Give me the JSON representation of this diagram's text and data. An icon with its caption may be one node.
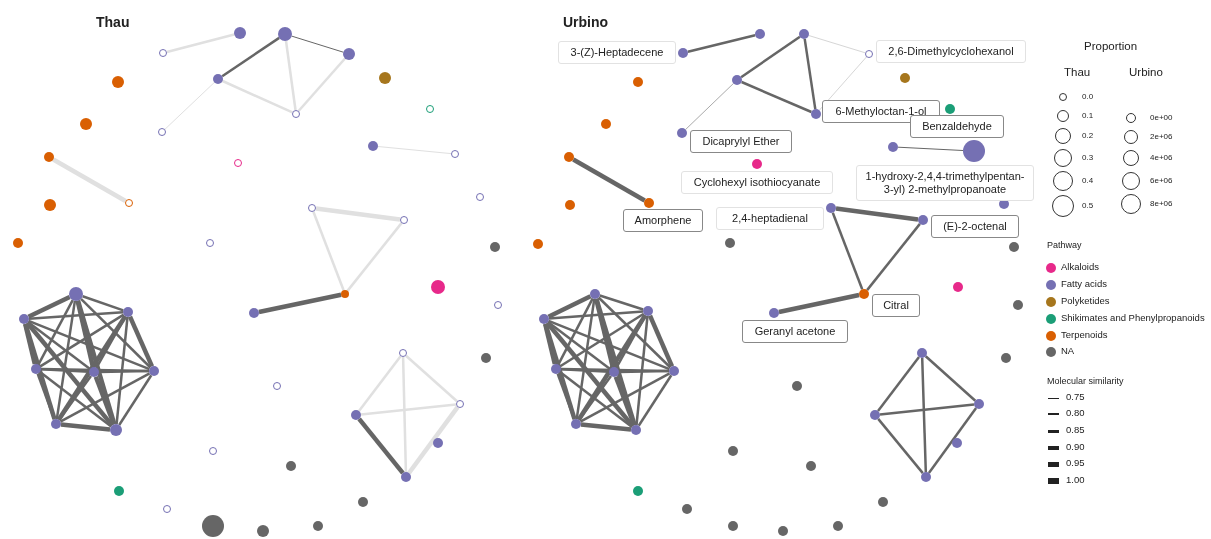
{
  "diagram": {
    "nodes": [
      {
        "text": [],
        "shape": "circle"
      },
      {
        "text": [],
        "shape": "circle"
      },
      {
        "text": [],
        "shape": "circle"
      },
      {
        "text": [],
        "shape": "circle"
      },
      {
        "text": [],
        "shape": "circle"
      },
      {
        "text": [],
        "shape": "circle"
      },
      {
        "text": [],
        "shape": "circle"
      },
      {
        "text": [],
        "shape": "circle"
      },
      {
        "text": [],
        "shape": "circle"
      },
      {
        "text": [],
        "shape": "circle"
      },
      {
        "text": [],
        "shape": "circle"
      },
      {
        "text": [],
        "shape": "circle"
      },
      {
        "text": [],
        "shape": "circle"
      },
      {
        "text": [],
        "shape": "circle"
      },
      {
        "text": [],
        "shape": "circle"
      },
      {
        "text": [],
        "shape": "circle"
      },
      {
        "text": [],
        "shape": "circle"
      },
      {
        "text": [],
        "shape": "circle"
      },
      {
        "text": [],
        "shape": "circle"
      },
      {
        "text": [],
        "shape": "circle"
      },
      {
        "text": [],
        "shape": "circle"
      },
      {
        "text": [],
        "shape": "circle"
      },
      {
        "text": [],
        "shape": "circle"
      },
      {
        "text": [],
        "shape": "circle"
      },
      {
        "text": [],
        "shape": "circle"
      },
      {
        "text": [],
        "shape": "circle"
      },
      {
        "text": [],
        "shape": "circle"
      },
      {
        "text": [],
        "shape": "circle"
      },
      {
        "text": [],
        "shape": "circle"
      },
      {
        "text": [],
        "shape": "circle"
      },
      {
        "text": [],
        "shape": "circle"
      },
      {
        "text": [],
        "shape": "circle"
      },
      {
        "text": [],
        "shape": "circle"
      },
      {
        "text": [],
        "shape": "circle"
      },
      {
        "text": [],
        "shape": "circle"
      },
      {
        "text": [],
        "shape": "circle"
      },
      {
        "text": [],
        "shape": "circle"
      },
      {
        "text": [],
        "shape": "circle"
      },
      {
        "text": [],
        "shape": "circle"
      },
      {
        "text": [],
        "shape": "circle"
      },
      {
        "text": [],
        "shape": "circle"
      },
      {
        "text": [],
        "shape": "circle"
      },
      {
        "text": [],
        "shape": "circle"
      },
      {
        "text": [],
        "shape": "circle"
      },
      {
        "text": [],
        "shape": "circle"
      },
      {
        "text": [],
        "shape": "circle"
      },
      {
        "text": [],
        "shape": "circle"
      },
      {
        "text": [],
        "shape": "circle"
      },
      {
        "text": [],
        "shape": "circle"
      },
      {
        "text": [],
        "shape": "circle"
      },
      {
        "text": [],
        "shape": "circle",
        "beside": [
          "3-(Z)-Heptadecene"
        ]
      },
      {
        "text": [],
        "shape": "circle"
      },
      {
        "text": [],
        "shape": "circle"
      },
      {
        "text": [],
        "shape": "circle",
        "beside": [
          "2,6-Dimethylcyclohexanol"
        ]
      },
      {
        "text": [],
        "shape": "circle"
      },
      {
        "text": [],
        "shape": "circle",
        "beside": [
          "6-Methyloctan-1-ol"
        ]
      },
      {
        "text": [],
        "shape": "circle",
        "beside": [
          "Dicaprylyl Ether"
        ]
      },
      {
        "text": [],
        "shape": "circle"
      },
      {
        "text": [],
        "shape": "circle"
      },
      {
        "text": [],
        "shape": "circle"
      },
      {
        "text": [],
        "shape": "circle"
      },
      {
        "text": [],
        "shape": "circle",
        "beside": [
          "Amorphene"
        ]
      },
      {
        "text": [],
        "shape": "circle"
      },
      {
        "text": [],
        "shape": "circle"
      },
      {
        "text": [],
        "shape": "circle",
        "beside": [
          "Benzaldehyde"
        ]
      },
      {
        "text": [],
        "shape": "circle"
      },
      {
        "text": [],
        "shape": "circle",
        "beside": [
          "1-hydroxy-2,4,4-trimethylpentan-3-yl) 2-methylpropanoate"
        ]
      },
      {
        "text": [],
        "shape": "circle",
        "beside": [
          "Cyclohexyl isothiocyanate"
        ]
      },
      {
        "text": [],
        "shape": "circle"
      },
      {
        "text": [],
        "shape": "circle",
        "beside": [
          "2,4-heptadienal"
        ]
      },
      {
        "text": [],
        "shape": "circle",
        "beside": [
          "(E)-2-octenal"
        ]
      },
      {
        "text": [],
        "shape": "circle"
      },
      {
        "text": [],
        "shape": "circle"
      },
      {
        "text": [],
        "shape": "circle",
        "beside": [
          "Citral"
        ]
      },
      {
        "text": [],
        "shape": "circle",
        "beside": [
          "Geranyl acetone"
        ]
      },
      {
        "text": [],
        "shape": "circle"
      },
      {
        "text": [],
        "shape": "circle"
      },
      {
        "text": [],
        "shape": "circle"
      },
      {
        "text": [],
        "shape": "circle"
      },
      {
        "text": [],
        "shape": "circle"
      },
      {
        "text": [],
        "shape": "circle"
      },
      {
        "text": [],
        "shape": "circle"
      },
      {
        "text": [],
        "shape": "circle"
      },
      {
        "text": [],
        "shape": "circle"
      },
      {
        "text": [],
        "shape": "circle"
      },
      {
        "text": [],
        "shape": "circle"
      },
      {
        "text": [],
        "shape": "circle"
      },
      {
        "text": [],
        "shape": "circle"
      },
      {
        "text": [],
        "shape": "circle"
      },
      {
        "text": [],
        "shape": "circle"
      },
      {
        "text": [],
        "shape": "circle"
      },
      {
        "text": [],
        "shape": "circle"
      },
      {
        "text": [],
        "shape": "circle"
      },
      {
        "text": [],
        "shape": "circle"
      },
      {
        "text": [],
        "shape": "circle"
      },
      {
        "text": [],
        "shape": "circle"
      },
      {
        "text": [],
        "shape": "circle"
      },
      {
        "text": [],
        "shape": "circle"
      },
      {
        "text": [],
        "shape": "circle"
      },
      {
        "text": [],
        "shape": "circle"
      }
    ],
    "edges": [
      {
        "from": 0,
        "to": 1,
        "arrow": "none",
        "color": "#e0e0e0"
      },
      {
        "from": 2,
        "to": 4,
        "arrow": "none"
      },
      {
        "from": 2,
        "to": 3,
        "arrow": "none"
      },
      {
        "from": 2,
        "to": 5,
        "arrow": "none",
        "color": "#e0e0e0"
      },
      {
        "from": 3,
        "to": 5,
        "arrow": "none",
        "color": "#e0e0e0"
      },
      {
        "from": 4,
        "to": 5,
        "arrow": "none",
        "color": "#e0e0e0"
      },
      {
        "from": 4,
        "to": 6,
        "arrow": "none",
        "color": "#e0e0e0"
      },
      {
        "from": 9,
        "to": 11,
        "arrow": "none",
        "color": "#e0e0e0",
        "style": "thick"
      },
      {
        "from": 15,
        "to": 16,
        "arrow": "none",
        "color": "#e0e0e0"
      },
      {
        "from": 19,
        "to": 20,
        "arrow": "none",
        "color": "#e0e0e0",
        "style": "thick"
      },
      {
        "from": 19,
        "to": 23,
        "arrow": "none",
        "color": "#e0e0e0"
      },
      {
        "from": 20,
        "to": 23,
        "arrow": "none",
        "color": "#e0e0e0"
      },
      {
        "from": 23,
        "to": 24,
        "arrow": "none",
        "style": "thick"
      },
      {
        "from": 37,
        "to": 38,
        "arrow": "none",
        "color": "#e0e0e0"
      },
      {
        "from": 37,
        "to": 39,
        "arrow": "none",
        "color": "#e0e0e0"
      },
      {
        "from": 37,
        "to": 41,
        "arrow": "none",
        "color": "#e0e0e0"
      },
      {
        "from": 38,
        "to": 39,
        "arrow": "none",
        "color": "#e0e0e0"
      },
      {
        "from": 38,
        "to": 41,
        "arrow": "none",
        "style": "thick"
      },
      {
        "from": 39,
        "to": 41,
        "arrow": "none",
        "color": "#e0e0e0",
        "style": "thick"
      },
      {
        "from": 27,
        "to": 28,
        "arrow": "none",
        "style": "thick"
      },
      {
        "from": 27,
        "to": 29,
        "arrow": "none"
      },
      {
        "from": 27,
        "to": 30,
        "arrow": "none"
      },
      {
        "from": 27,
        "to": 31,
        "arrow": "none",
        "style": "thick"
      },
      {
        "from": 27,
        "to": 32,
        "arrow": "none"
      },
      {
        "from": 27,
        "to": 33,
        "arrow": "none"
      },
      {
        "from": 27,
        "to": 34,
        "arrow": "none",
        "style": "thick"
      },
      {
        "from": 28,
        "to": 29,
        "arrow": "none"
      },
      {
        "from": 28,
        "to": 30,
        "arrow": "none",
        "style": "thick"
      },
      {
        "from": 28,
        "to": 31,
        "arrow": "none"
      },
      {
        "from": 28,
        "to": 32,
        "arrow": "none"
      },
      {
        "from": 28,
        "to": 33,
        "arrow": "none",
        "style": "thick"
      },
      {
        "from": 28,
        "to": 34,
        "arrow": "none",
        "style": "thick"
      },
      {
        "from": 29,
        "to": 30,
        "arrow": "none"
      },
      {
        "from": 29,
        "to": 31,
        "arrow": "none"
      },
      {
        "from": 29,
        "to": 32,
        "arrow": "none",
        "style": "thick"
      },
      {
        "from": 29,
        "to": 33,
        "arrow": "none",
        "style": "thick"
      },
      {
        "from": 29,
        "to": 34,
        "arrow": "none"
      },
      {
        "from": 30,
        "to": 31,
        "arrow": "none"
      },
      {
        "from": 30,
        "to": 32,
        "arrow": "none"
      },
      {
        "from": 30,
        "to": 33,
        "arrow": "none"
      },
      {
        "from": 30,
        "to": 34,
        "arrow": "none"
      },
      {
        "from": 31,
        "to": 32,
        "arrow": "none"
      },
      {
        "from": 31,
        "to": 33,
        "arrow": "none"
      },
      {
        "from": 31,
        "to": 34,
        "arrow": "none",
        "style": "thick"
      },
      {
        "from": 32,
        "to": 33,
        "arrow": "none"
      },
      {
        "from": 32,
        "to": 34,
        "arrow": "none"
      },
      {
        "from": 33,
        "to": 34,
        "arrow": "none",
        "style": "thick"
      },
      {
        "from": 50,
        "to": 51,
        "arrow": "none"
      },
      {
        "from": 52,
        "to": 54,
        "arrow": "none"
      },
      {
        "from": 52,
        "to": 55,
        "arrow": "none"
      },
      {
        "from": 54,
        "to": 55,
        "arrow": "none"
      },
      {
        "from": 52,
        "to": 53,
        "arrow": "none",
        "color": "#d6d6d6"
      },
      {
        "from": 53,
        "to": 55,
        "arrow": "none",
        "color": "#d6d6d6"
      },
      {
        "from": 54,
        "to": 56,
        "arrow": "none",
        "color": "#aaaaaa"
      },
      {
        "from": 59,
        "to": 61,
        "arrow": "none",
        "style": "thick"
      },
      {
        "from": 65,
        "to": 66,
        "arrow": "none"
      },
      {
        "from": 69,
        "to": 70,
        "arrow": "none",
        "style": "thick"
      },
      {
        "from": 69,
        "to": 73,
        "arrow": "none"
      },
      {
        "from": 70,
        "to": 73,
        "arrow": "none"
      },
      {
        "from": 73,
        "to": 74,
        "arrow": "none",
        "style": "thick"
      },
      {
        "from": 87,
        "to": 88,
        "arrow": "none"
      },
      {
        "from": 87,
        "to": 89,
        "arrow": "none"
      },
      {
        "from": 87,
        "to": 91,
        "arrow": "none"
      },
      {
        "from": 88,
        "to": 89,
        "arrow": "none"
      },
      {
        "from": 88,
        "to": 91,
        "arrow": "none"
      },
      {
        "from": 89,
        "to": 91,
        "arrow": "none"
      },
      {
        "from": 77,
        "to": 78,
        "arrow": "none",
        "style": "thick"
      },
      {
        "from": 77,
        "to": 79,
        "arrow": "none"
      },
      {
        "from": 77,
        "to": 80,
        "arrow": "none"
      },
      {
        "from": 77,
        "to": 81,
        "arrow": "none",
        "style": "thick"
      },
      {
        "from": 77,
        "to": 82,
        "arrow": "none"
      },
      {
        "from": 77,
        "to": 83,
        "arrow": "none"
      },
      {
        "from": 77,
        "to": 84,
        "arrow": "none",
        "style": "thick"
      },
      {
        "from": 78,
        "to": 79,
        "arrow": "none"
      },
      {
        "from": 78,
        "to": 80,
        "arrow": "none",
        "style": "thick"
      },
      {
        "from": 78,
        "to": 81,
        "arrow": "none"
      },
      {
        "from": 78,
        "to": 82,
        "arrow": "none"
      },
      {
        "from": 78,
        "to": 83,
        "arrow": "none",
        "style": "thick"
      },
      {
        "from": 78,
        "to": 84,
        "arrow": "none",
        "style": "thick"
      },
      {
        "from": 79,
        "to": 80,
        "arrow": "none"
      },
      {
        "from": 79,
        "to": 81,
        "arrow": "none"
      },
      {
        "from": 79,
        "to": 82,
        "arrow": "none",
        "style": "thick"
      },
      {
        "from": 79,
        "to": 83,
        "arrow": "none",
        "style": "thick"
      },
      {
        "from": 79,
        "to": 84,
        "arrow": "none"
      },
      {
        "from": 80,
        "to": 81,
        "arrow": "none"
      },
      {
        "from": 80,
        "to": 82,
        "arrow": "none"
      },
      {
        "from": 80,
        "to": 83,
        "arrow": "none"
      },
      {
        "from": 80,
        "to": 84,
        "arrow": "none"
      },
      {
        "from": 81,
        "to": 82,
        "arrow": "none"
      },
      {
        "from": 81,
        "to": 83,
        "arrow": "none"
      },
      {
        "from": 81,
        "to": 84,
        "arrow": "none",
        "style": "thick"
      },
      {
        "from": 82,
        "to": 83,
        "arrow": "none"
      },
      {
        "from": 82,
        "to": 84,
        "arrow": "none"
      },
      {
        "from": 83,
        "to": 84,
        "arrow": "none",
        "style": "thick"
      }
    ],
    "labels": [
      "Thau",
      "Urbino",
      "Proportion",
      "Thau",
      "Urbino",
      "Pathway",
      "Molecular similarity"
    ],
    "legend": [
      {
        "text": "0.0"
      },
      {
        "text": "0.1"
      },
      {
        "text": "0.2"
      },
      {
        "text": "0.3"
      },
      {
        "text": "0.4"
      },
      {
        "text": "0.5"
      },
      {
        "text": "0e+00"
      },
      {
        "text": "2e+06"
      },
      {
        "text": "4e+06"
      },
      {
        "text": "6e+06"
      },
      {
        "text": "8e+06"
      },
      {
        "text": "Alkaloids",
        "color": "#e7298a"
      },
      {
        "text": "Fatty acids",
        "color": "#7570b3"
      },
      {
        "text": "Polyketides",
        "color": "#a6761d"
      },
      {
        "text": "Shikimates and Phenylpropanoids",
        "color": "#1b9e77"
      },
      {
        "text": "Terpenoids",
        "color": "#d95f02"
      },
      {
        "text": "NA",
        "color": "#666666"
      },
      {
        "text": "0.75"
      },
      {
        "text": "0.80"
      },
      {
        "text": "0.85"
      },
      {
        "text": "0.90"
      },
      {
        "text": "0.95"
      },
      {
        "text": "1.00"
      }
    ]
  }
}
